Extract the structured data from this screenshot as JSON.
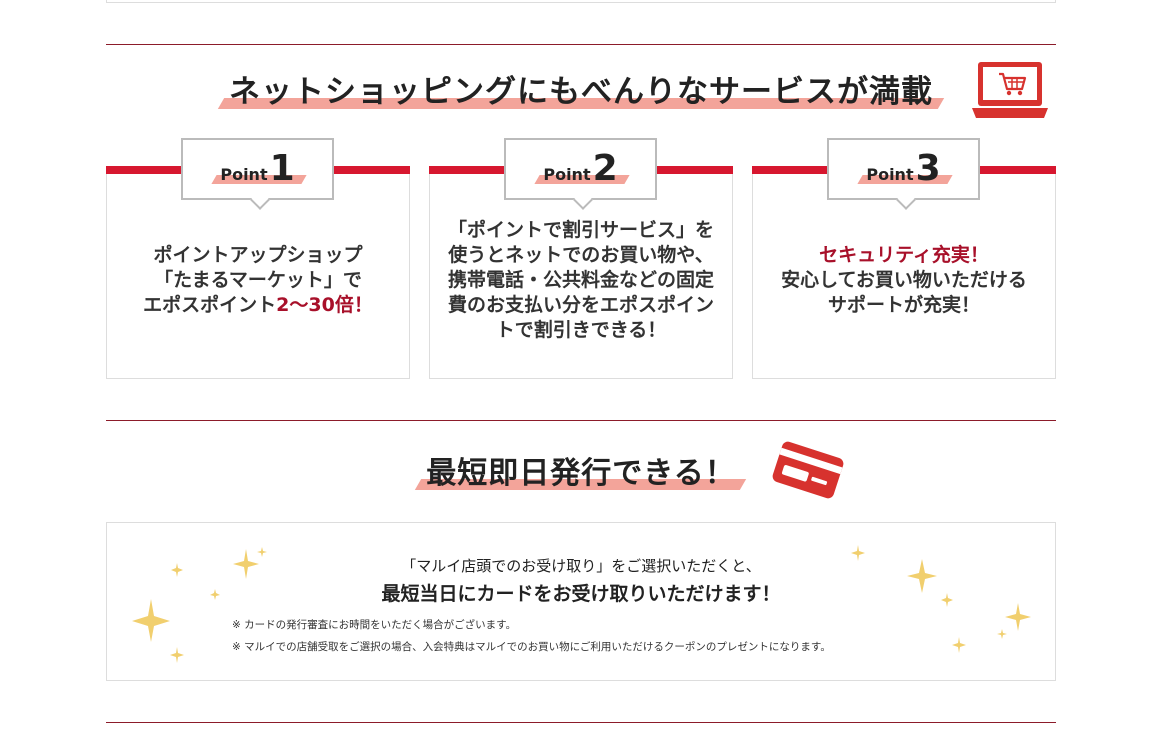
{
  "section1": {
    "title": "ネットショッピングにもべんりなサービスが満載",
    "icon": "laptop-cart-icon"
  },
  "points": [
    {
      "word": "Point",
      "num": "1",
      "lines": [
        "ポイントアップショップ",
        "「たまるマーケット」で"
      ],
      "line3_pre": "エポスポイント",
      "line3_red": "2〜30倍！"
    },
    {
      "word": "Point",
      "num": "2",
      "lines": [
        "「ポイントで割引サービス」を",
        "使うとネットでのお買い物や、",
        "携帯電話・公共料金などの固定",
        "費のお支払い分をエポスポイン",
        "トで割引きできる！"
      ]
    },
    {
      "word": "Point",
      "num": "3",
      "red_line": "セキュリティ充実！",
      "lines": [
        "安心してお買い物いただける",
        "サポートが充実！"
      ]
    }
  ],
  "section2": {
    "title": "最短即日発行できる！",
    "icon": "credit-card-icon",
    "line1": "「マルイ店頭でのお受け取り」をご選択いただくと、",
    "line2": "最短当日にカードをお受け取りいただけます！",
    "note1": "※ カードの発行審査にお時間をいただく場合がございます。",
    "note2": "※ マルイでの店舗受取をご選択の場合、入会特典はマルイでのお買い物にご利用いただけるクーポンのプレゼントになります。"
  },
  "colors": {
    "accent_red": "#d7172f",
    "text_red": "#a8102a",
    "highlight": "#f3a49a",
    "divider": "#8c1b2a",
    "sparkle": "#f1cf6e",
    "icon_red": "#d7322e"
  }
}
